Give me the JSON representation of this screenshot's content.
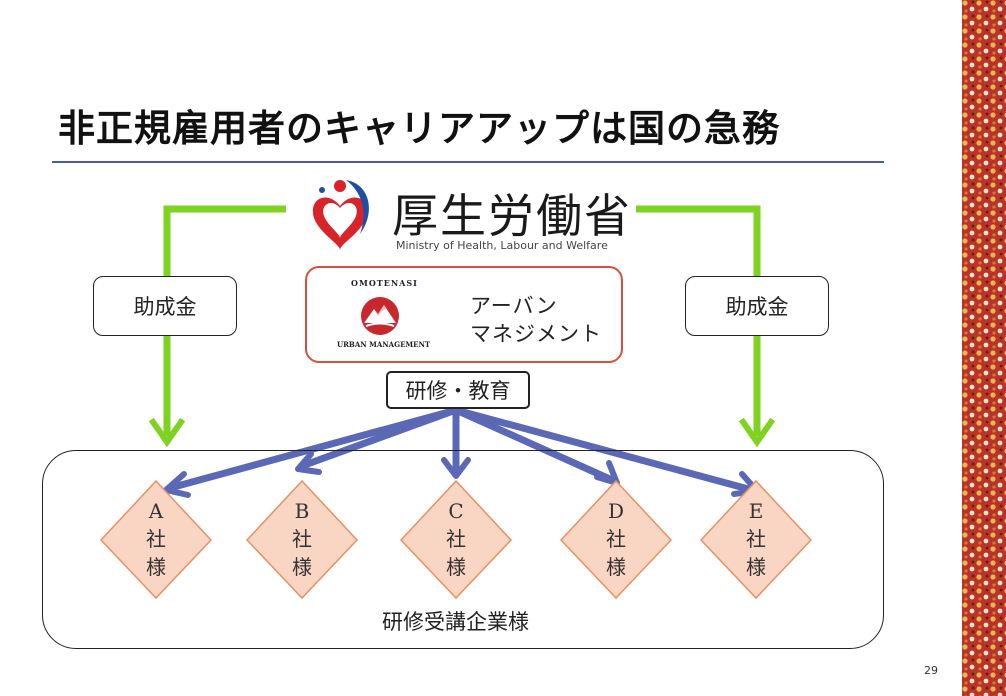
{
  "title": "非正規雇用者のキャリアアップは国の急務",
  "ministry": {
    "name": "厚生労働省",
    "name_en": "Ministry of Health, Labour and Welfare"
  },
  "subsidy_left": "助成金",
  "subsidy_right": "助成金",
  "urban": {
    "logo_top": "OMOTENASI",
    "logo_bottom": "URBAN MANAGEMENT",
    "name_line1": "アーバン",
    "name_line2": "マネジメント"
  },
  "training_label": "研修・教育",
  "companies": [
    {
      "letter": "A",
      "line2": "社",
      "line3": "様"
    },
    {
      "letter": "B",
      "line2": "社",
      "line3": "様"
    },
    {
      "letter": "C",
      "line2": "社",
      "line3": "様"
    },
    {
      "letter": "D",
      "line2": "社",
      "line3": "様"
    },
    {
      "letter": "E",
      "line2": "社",
      "line3": "様"
    }
  ],
  "company_area_label": "研修受講企業様",
  "page_number": "29",
  "colors": {
    "green_arrow": "#7ed321",
    "blue_arrow": "#5b68b5",
    "diamond_fill": "#f9d5c4",
    "diamond_stroke": "#e6915f",
    "urban_border": "#d9503a",
    "title_rule": "#4a5aa8"
  }
}
